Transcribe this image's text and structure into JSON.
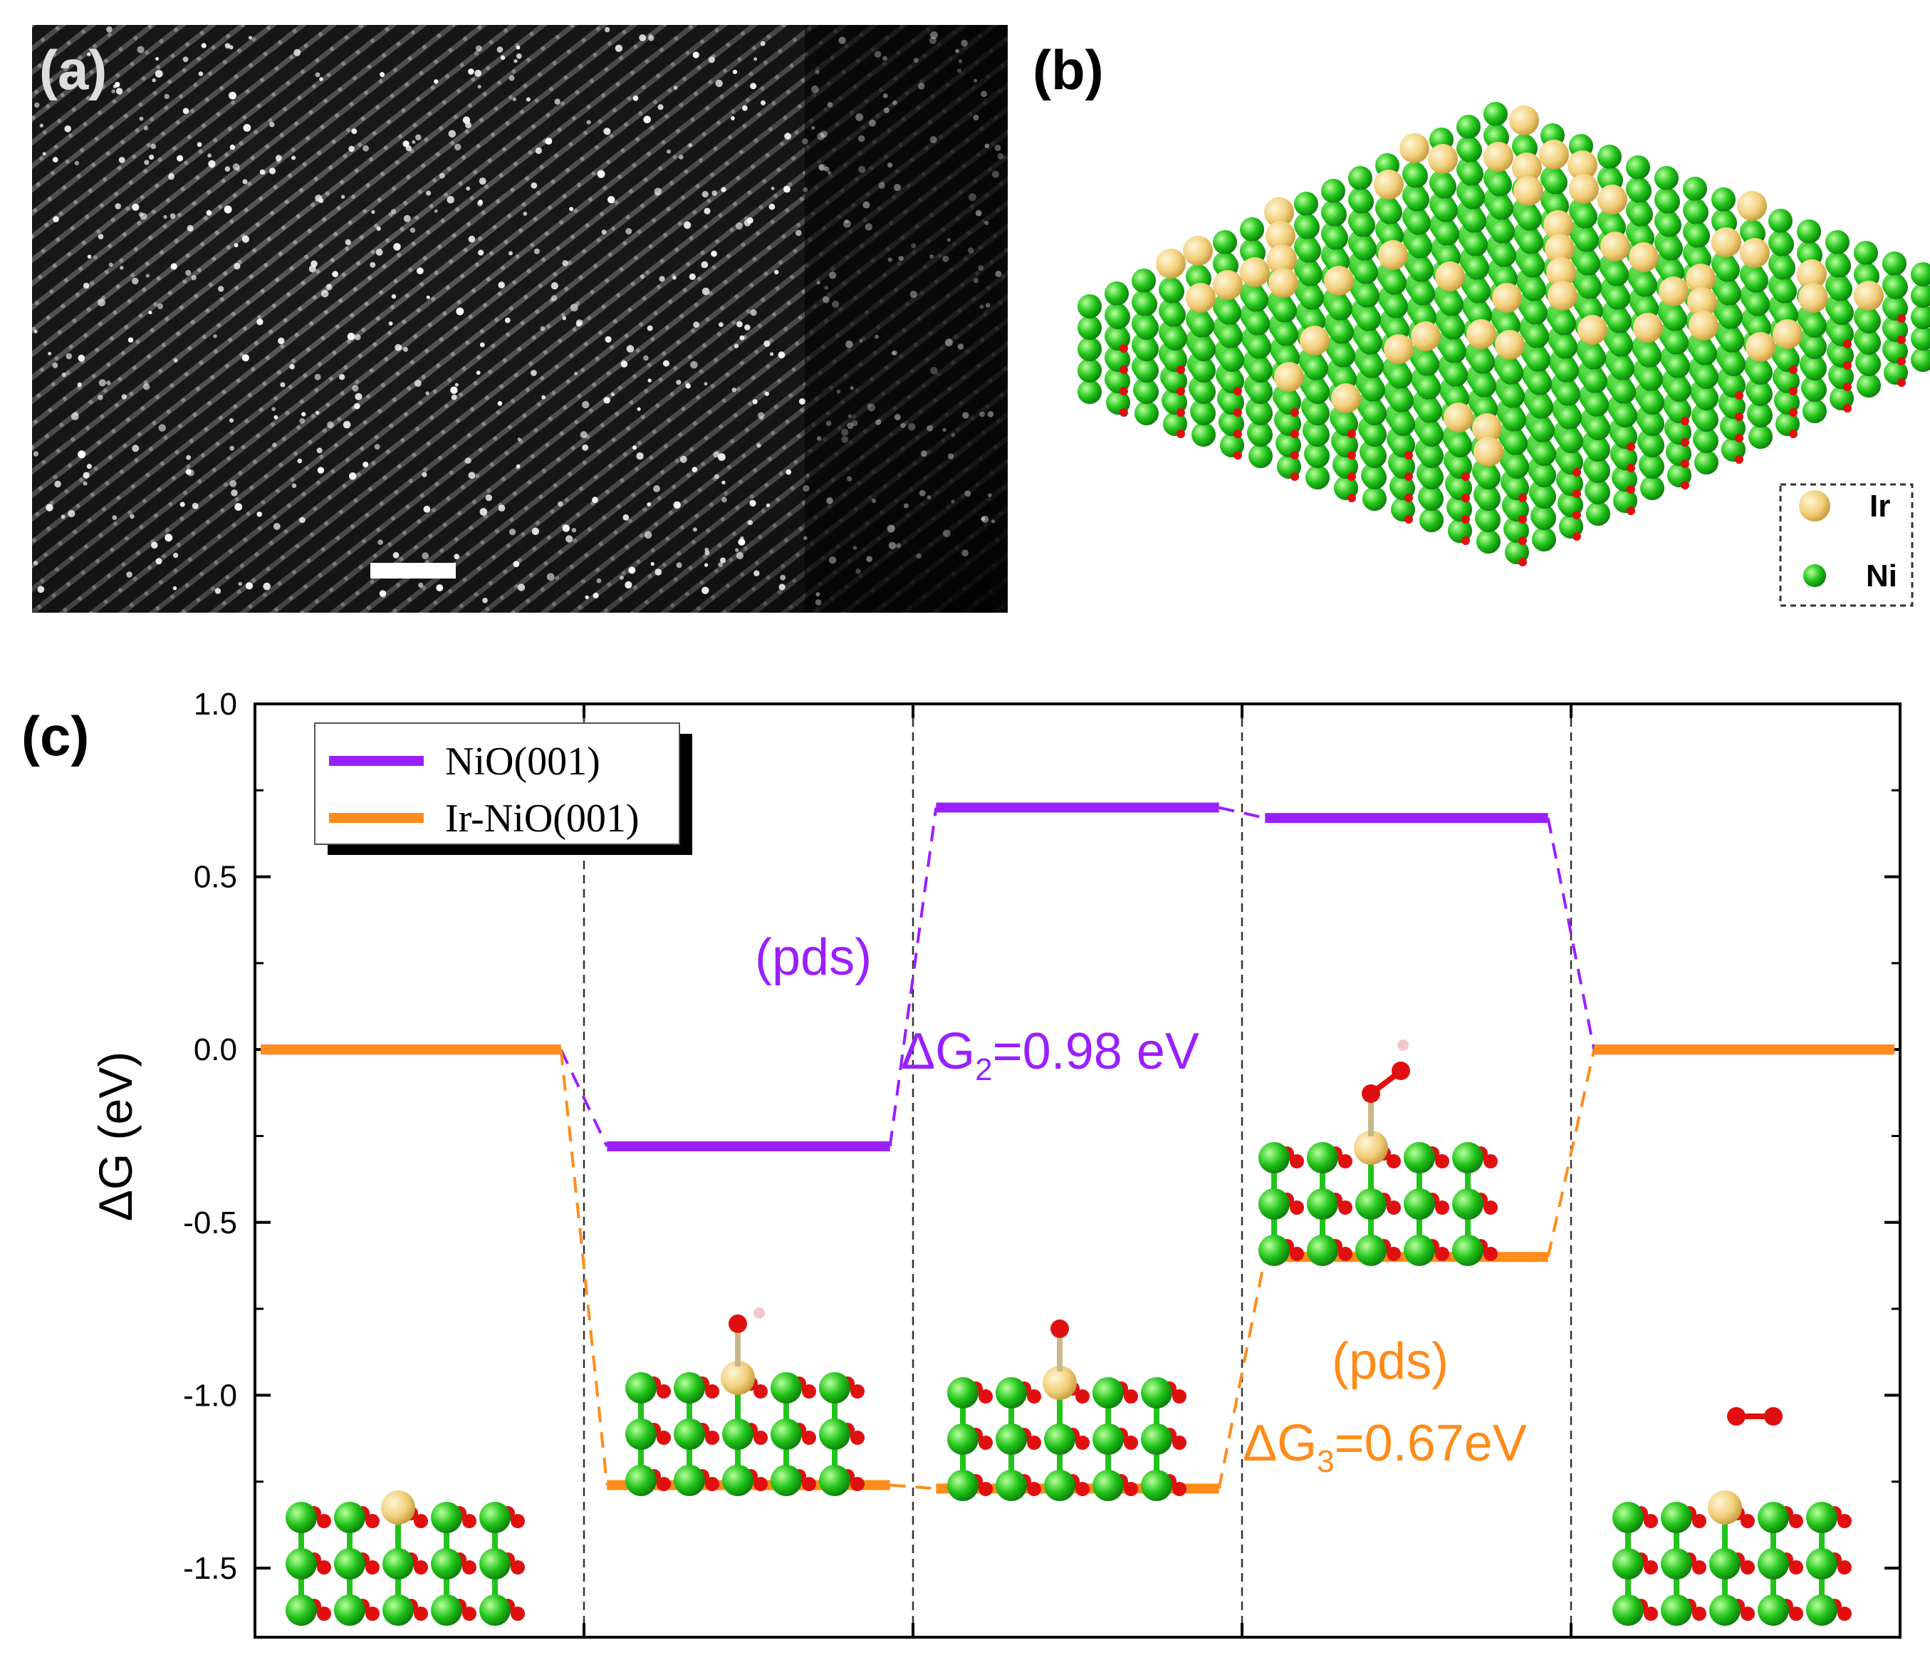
{
  "panels": {
    "a": "(a)",
    "b": "(b)",
    "c": "(c)"
  },
  "atom_key": {
    "ir": "Ir",
    "ni": "Ni"
  },
  "colors": {
    "nio": "#9a1fff",
    "ir_nio": "#ff8c1a",
    "ni_atom": "#22c41a",
    "ir_atom": "#f2cf7a",
    "o_atom": "#e01010"
  },
  "chart_data": {
    "type": "line",
    "title": "",
    "xlabel": "",
    "ylabel": "ΔG (eV)",
    "ylim": [
      -1.7,
      1.0
    ],
    "yticks": [
      1.0,
      0.5,
      0.0,
      -0.5,
      -1.0,
      -1.5
    ],
    "ytick_labels": [
      "1.0",
      "0.5",
      "0.0",
      "-0.5",
      "-1.0",
      "-1.5"
    ],
    "steps": 5,
    "legend_position": "top-left",
    "series": [
      {
        "key": "nio",
        "name": "NiO(001)",
        "values": [
          0.0,
          -0.28,
          0.7,
          0.67,
          0.0
        ]
      },
      {
        "key": "ir_nio",
        "name": "Ir-NiO(001)",
        "values": [
          0.0,
          -1.26,
          -1.27,
          -0.6,
          0.0
        ]
      }
    ],
    "annotations": [
      {
        "series": "nio",
        "lines": [
          "(pds)",
          "ΔG",
          "2",
          "=0.98 eV"
        ]
      },
      {
        "series": "ir_nio",
        "lines": [
          "(pds)",
          "ΔG",
          "3",
          "=0.67eV"
        ]
      }
    ]
  }
}
